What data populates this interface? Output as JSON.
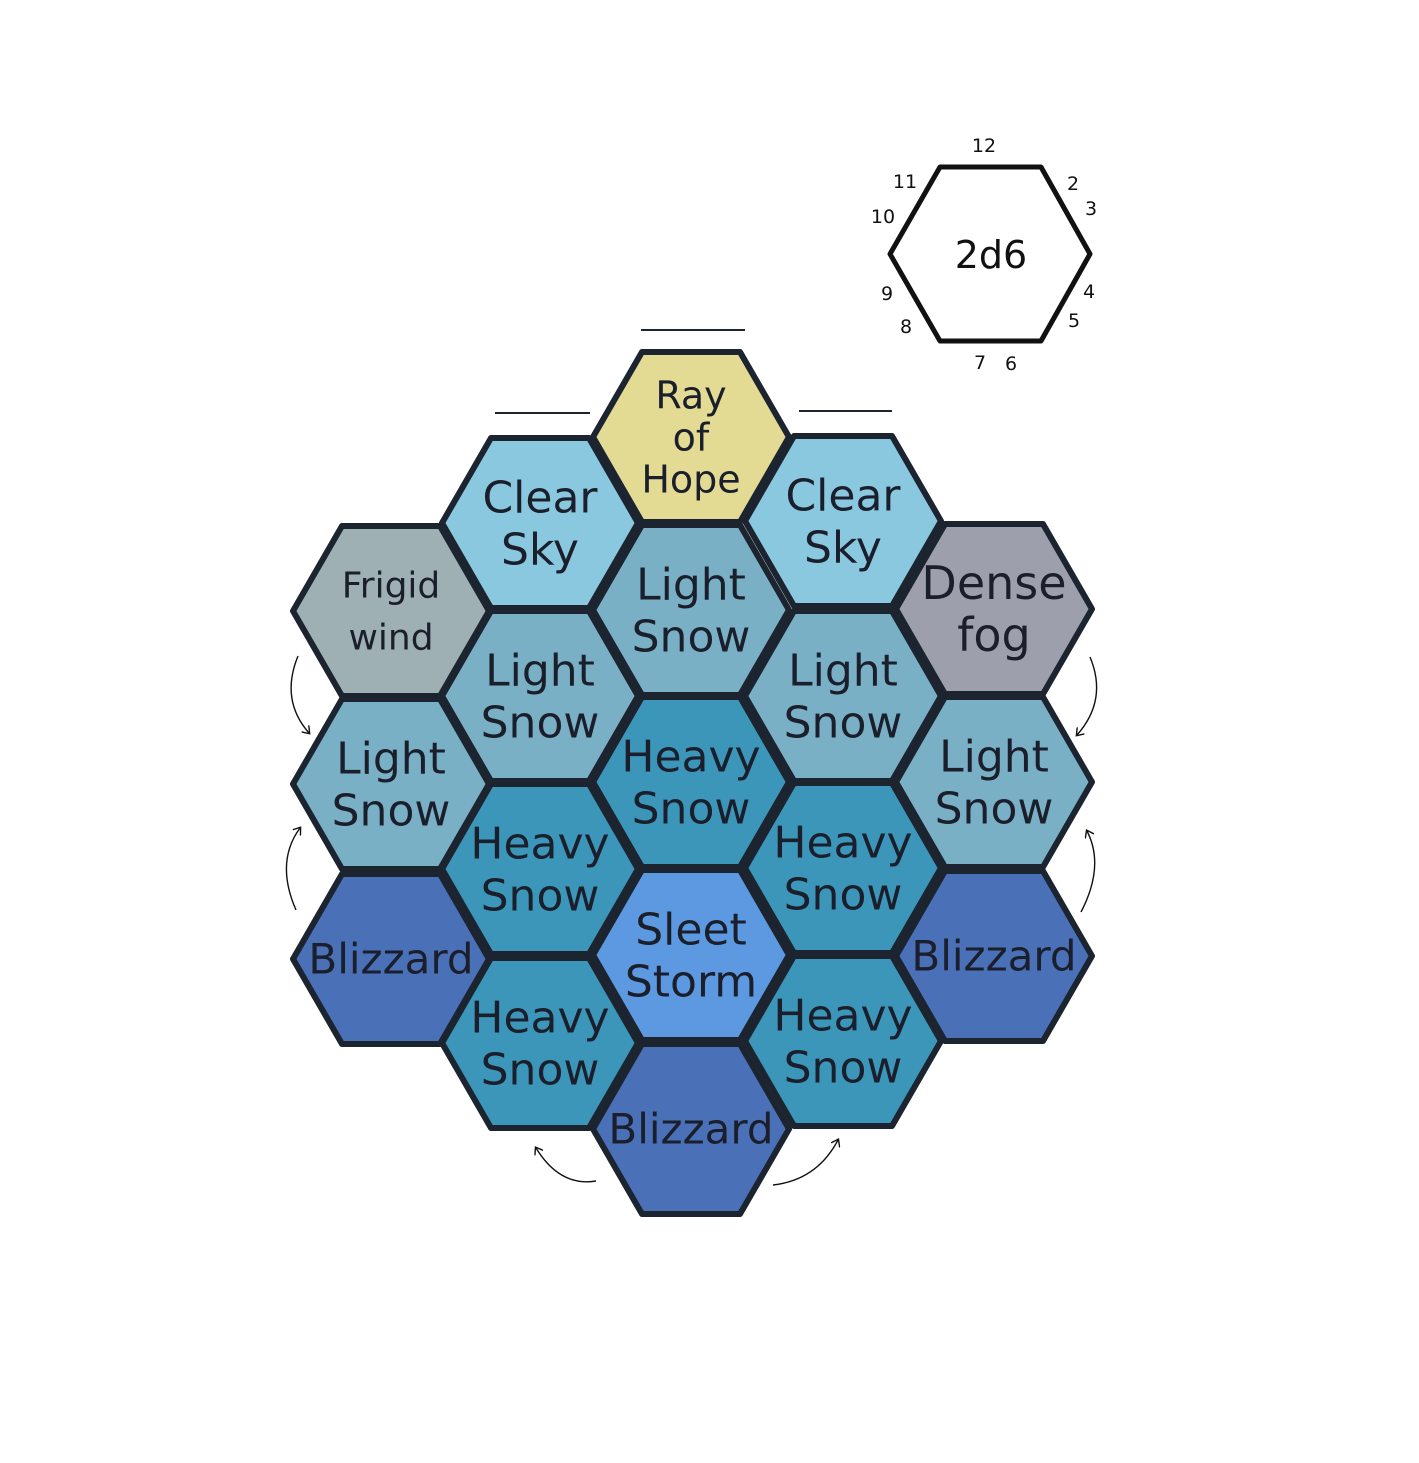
{
  "colors": {
    "clear_sky": "#8ac8e0",
    "ray_of_hope": "#e3da94",
    "frigid_wind": "#9fb0b5",
    "dense_fog": "#9da0ac",
    "light_snow": "#7ab0c6",
    "heavy_snow": "#3c96ba",
    "sleet_storm": "#5d99e0",
    "blizzard": "#4a70b8",
    "outline": "#1c2430"
  },
  "legend": {
    "center_label": "2d6",
    "numbers": [
      "12",
      "2",
      "3",
      "4",
      "5",
      "6",
      "7",
      "8",
      "9",
      "10",
      "11"
    ]
  },
  "hexes": [
    {
      "id": "ray-of-hope",
      "lines": [
        "Ray",
        "of",
        "Hope"
      ],
      "color": "ray_of_hope"
    },
    {
      "id": "clear-sky-left",
      "lines": [
        "Clear",
        "Sky"
      ],
      "color": "clear_sky"
    },
    {
      "id": "clear-sky-right",
      "lines": [
        "Clear",
        "Sky"
      ],
      "color": "clear_sky"
    },
    {
      "id": "frigid-wind",
      "lines": [
        "Frigid",
        "wind"
      ],
      "color": "frigid_wind"
    },
    {
      "id": "light-snow-center-top",
      "lines": [
        "Light",
        "Snow"
      ],
      "color": "light_snow"
    },
    {
      "id": "dense-fog",
      "lines": [
        "Dense",
        "fog"
      ],
      "color": "dense_fog"
    },
    {
      "id": "light-snow-inner-left",
      "lines": [
        "Light",
        "Snow"
      ],
      "color": "light_snow"
    },
    {
      "id": "light-snow-inner-right",
      "lines": [
        "Light",
        "Snow"
      ],
      "color": "light_snow"
    },
    {
      "id": "light-snow-outer-left",
      "lines": [
        "Light",
        "Snow"
      ],
      "color": "light_snow"
    },
    {
      "id": "heavy-snow-center",
      "lines": [
        "Heavy",
        "Snow"
      ],
      "color": "heavy_snow"
    },
    {
      "id": "light-snow-outer-right",
      "lines": [
        "Light",
        "Snow"
      ],
      "color": "light_snow"
    },
    {
      "id": "heavy-snow-inner-left-upper",
      "lines": [
        "Heavy",
        "Snow"
      ],
      "color": "heavy_snow"
    },
    {
      "id": "heavy-snow-inner-right-upper",
      "lines": [
        "Heavy",
        "Snow"
      ],
      "color": "heavy_snow"
    },
    {
      "id": "blizzard-left",
      "lines": [
        "Blizzard"
      ],
      "color": "blizzard"
    },
    {
      "id": "sleet-storm",
      "lines": [
        "Sleet",
        "Storm"
      ],
      "color": "sleet_storm"
    },
    {
      "id": "blizzard-right",
      "lines": [
        "Blizzard"
      ],
      "color": "blizzard"
    },
    {
      "id": "heavy-snow-inner-left-lower",
      "lines": [
        "Heavy",
        "Snow"
      ],
      "color": "heavy_snow"
    },
    {
      "id": "heavy-snow-inner-right-lower",
      "lines": [
        "Heavy",
        "Snow"
      ],
      "color": "heavy_snow"
    },
    {
      "id": "blizzard-bottom",
      "lines": [
        "Blizzard"
      ],
      "color": "blizzard"
    }
  ]
}
